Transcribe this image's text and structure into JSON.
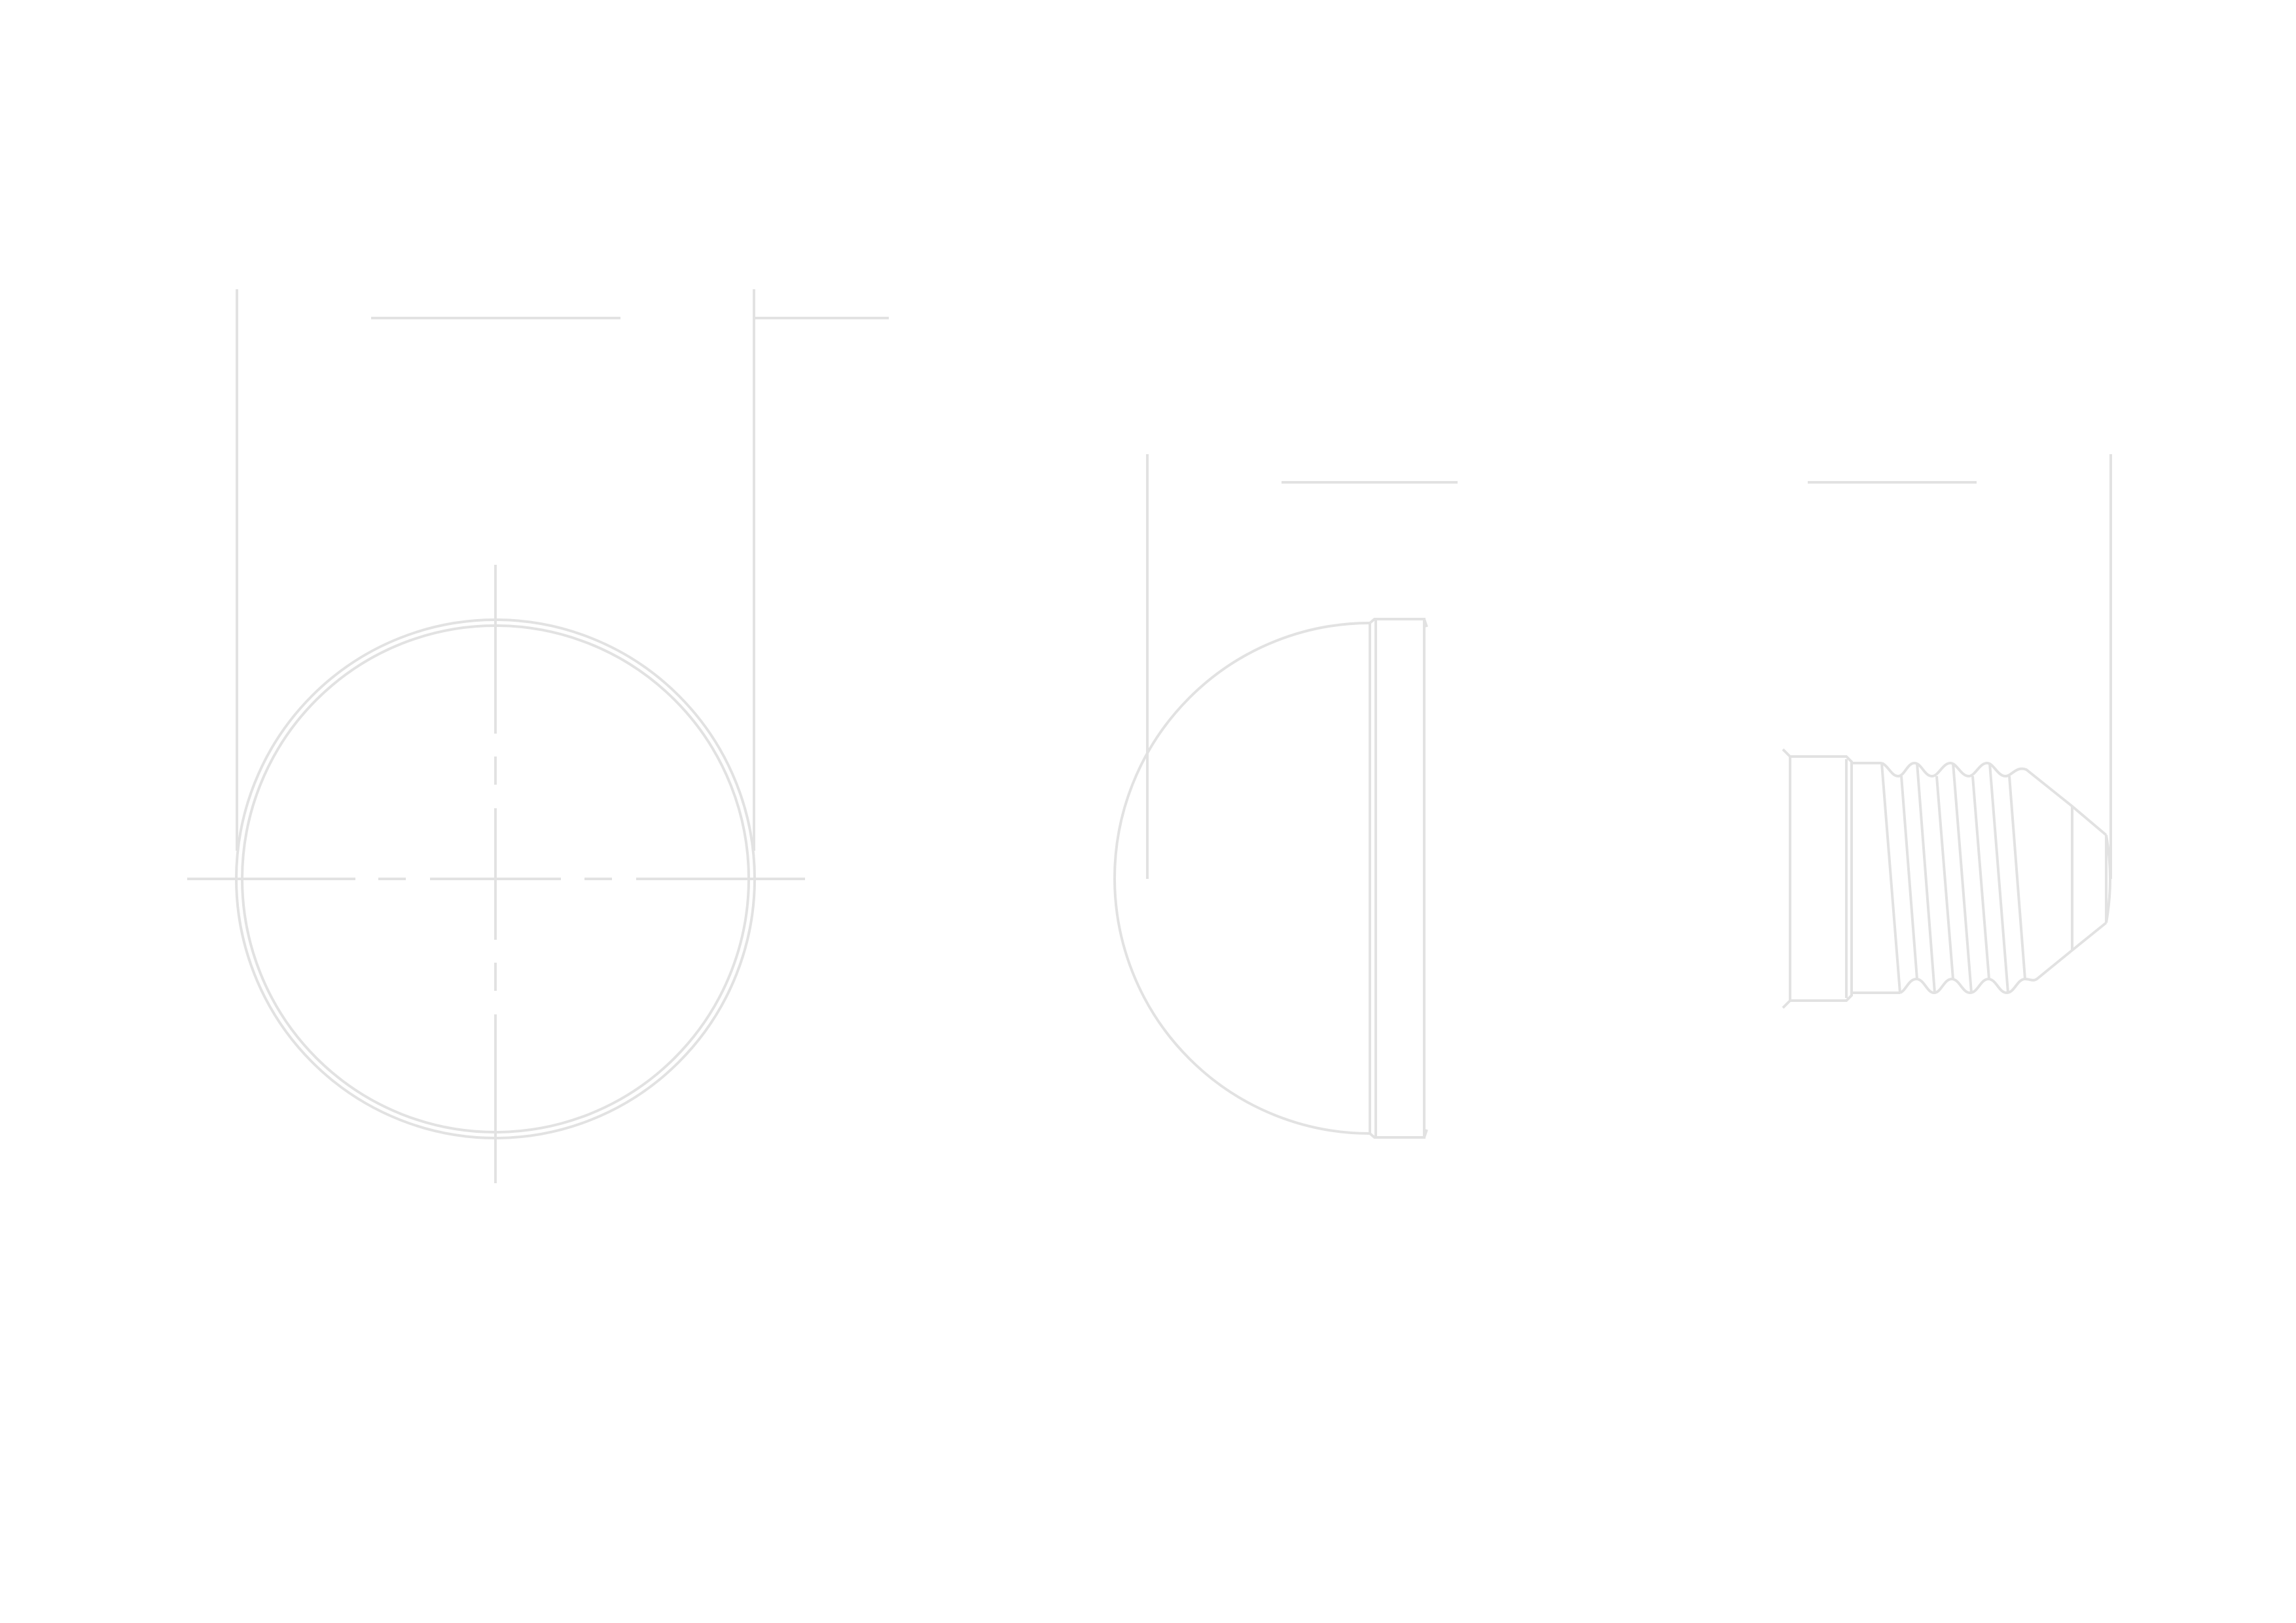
{
  "drawing": {
    "title": "",
    "line_color": "#e2e2e2",
    "background": "#ffffff",
    "views": [
      {
        "name": "front-view",
        "description_visible": false
      },
      {
        "name": "side-section-view",
        "description_visible": false
      },
      {
        "name": "threaded-part-view",
        "description_visible": false
      }
    ]
  }
}
